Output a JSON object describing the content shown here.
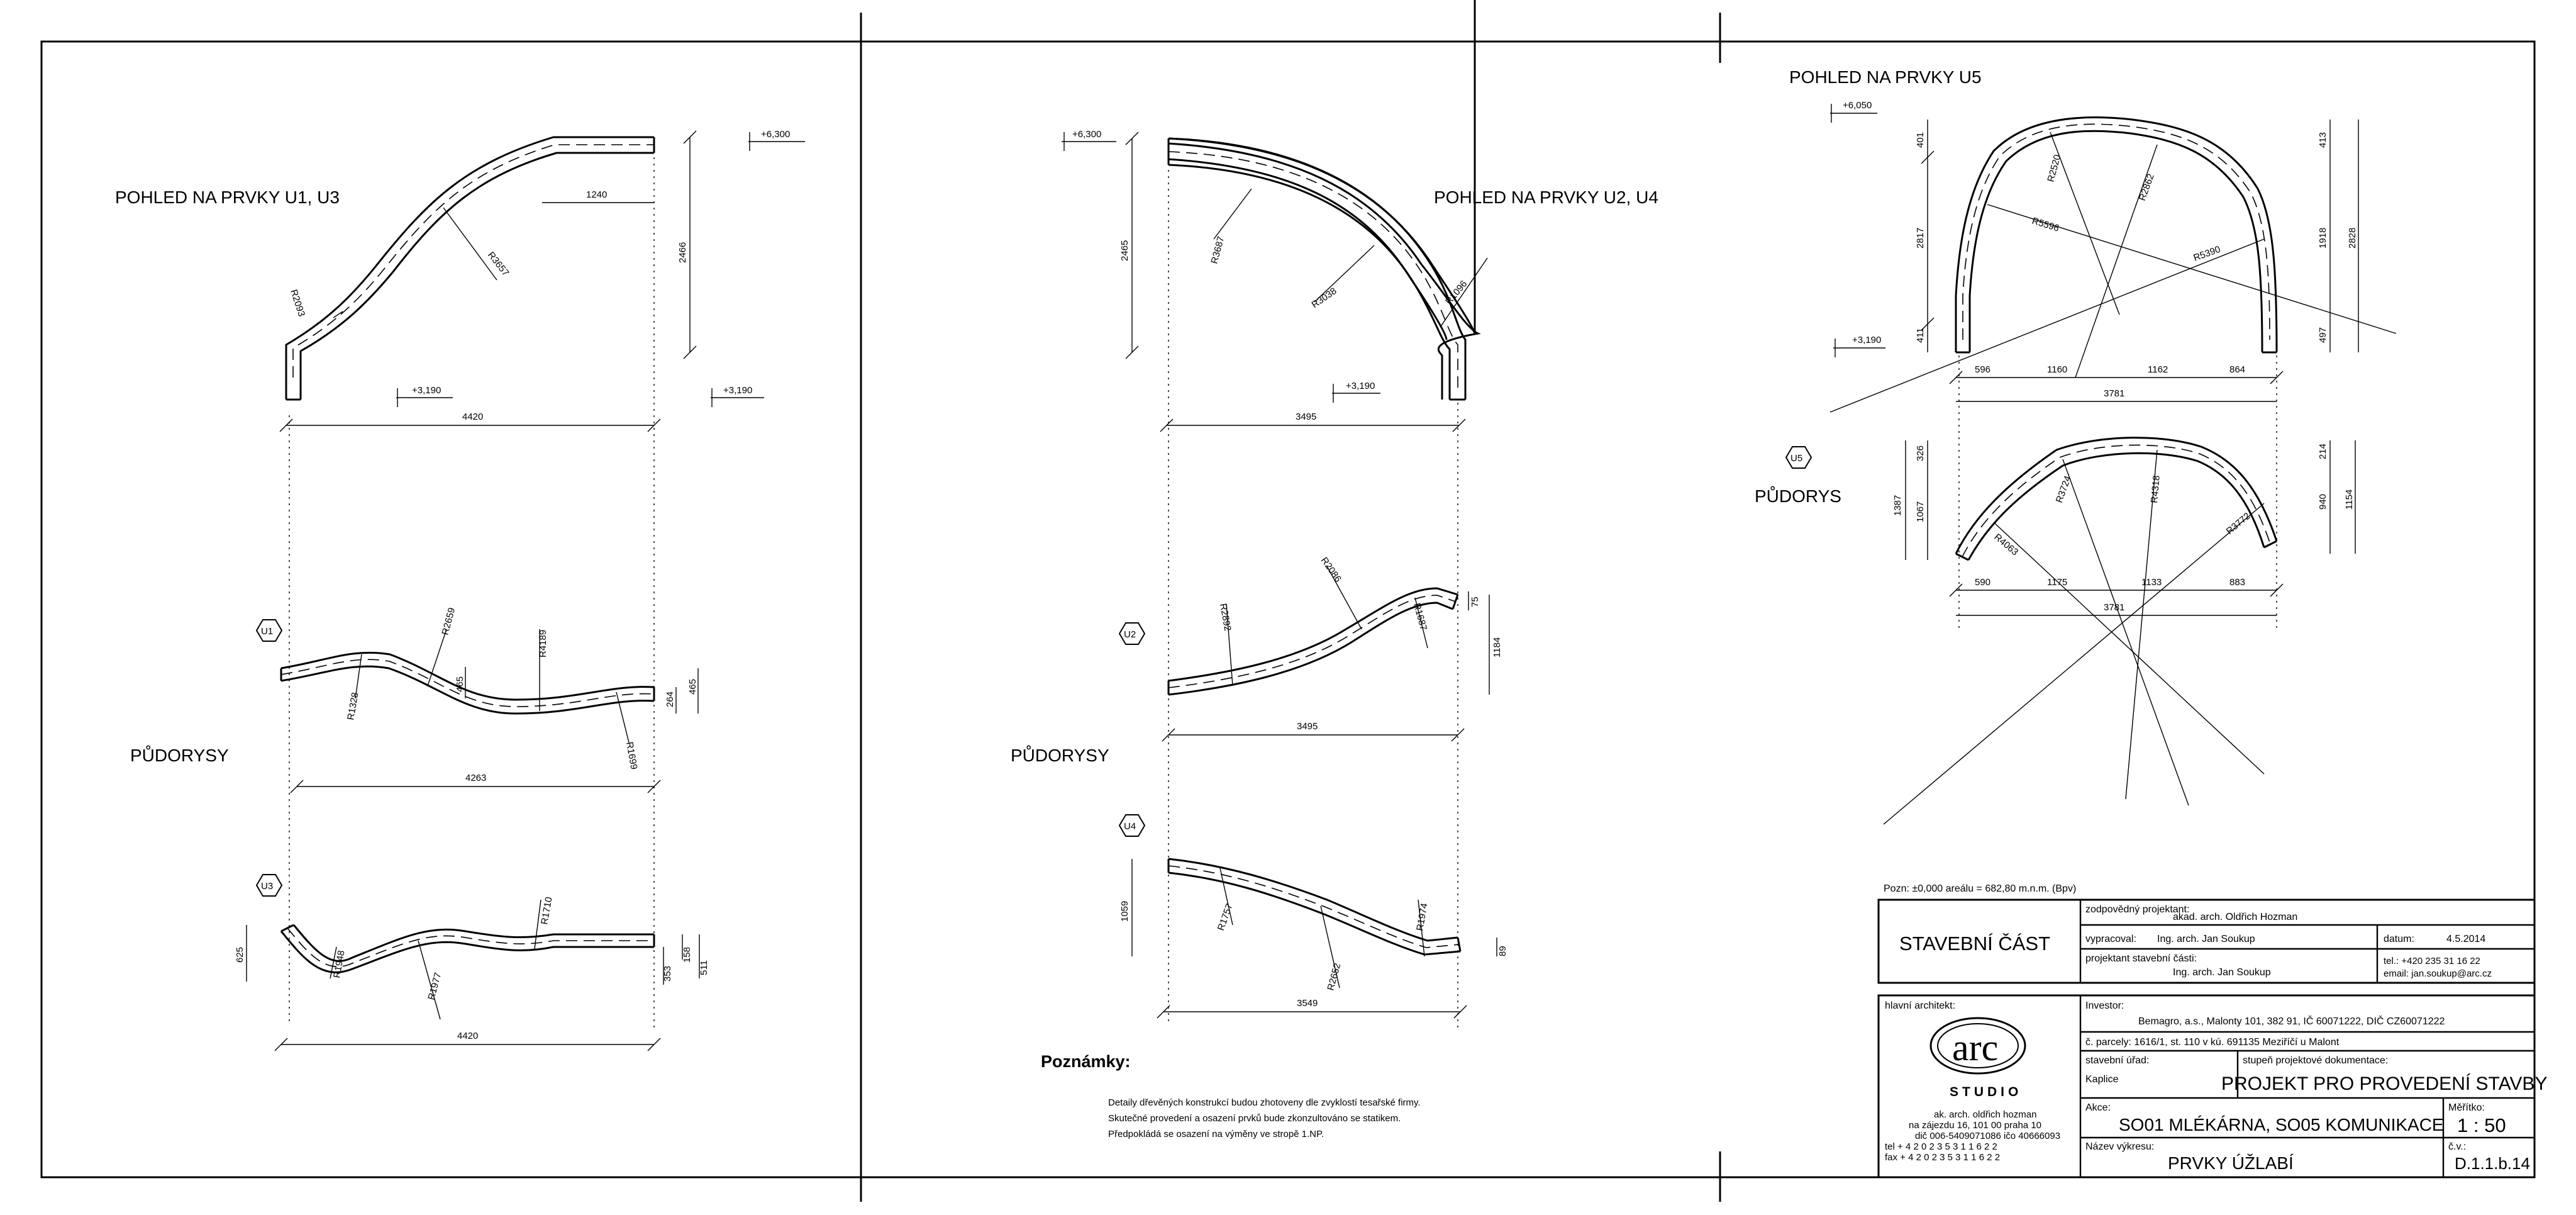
{
  "views": {
    "u1_u3_elevation": "POHLED NA PRVKY U1, U3",
    "u2_u4_elevation": "POHLED NA PRVKY U2, U4",
    "u5_elevation": "POHLED NA PRVKY U5",
    "plans_left": "PŮDORYSY",
    "plans_middle": "PŮDORYSY",
    "plan_u5": "PŮDORYS"
  },
  "element_tags": {
    "u1": "U1",
    "u2": "U2",
    "u3": "U3",
    "u4": "U4",
    "u5": "U5"
  },
  "levels": {
    "u13_top": "+6,300",
    "u13_bottom_a": "+3,190",
    "u13_bottom_b": "+3,190",
    "u24_top": "+6,300",
    "u24_bottom": "+3,190",
    "u5_top": "+6,050",
    "u5_bottom": "+3,190"
  },
  "dims": {
    "u13_top_len": "1240",
    "u13_height": "2466",
    "u13_width": "4420",
    "u13_r1": "R2093",
    "u13_r2": "R3657",
    "u24_height": "2465",
    "u24_width": "3495",
    "u24_r1": "R3687",
    "u24_r2": "R3038",
    "u24_r3": "R1096",
    "u1_r1": "R1328",
    "u1_r2": "R2659",
    "u1_r3": "R4189",
    "u1_r4": "R1699",
    "u1_d1": "465",
    "u1_d2": "264",
    "u1_d3": "465",
    "u1_width": "4263",
    "u3_r1": "R1948",
    "u3_r2": "R1977",
    "u3_r3": "R1710",
    "u3_d1": "625",
    "u3_d2": "353",
    "u3_d3": "158",
    "u3_d4": "511",
    "u3_width": "4420",
    "u2_r1": "R2892",
    "u2_r2": "R2086",
    "u2_r3": "R1687",
    "u2_d1": "75",
    "u2_d2": "1184",
    "u2_width": "3495",
    "u4_r1": "R1757",
    "u4_r2": "R2652",
    "u4_r3": "R1974",
    "u4_d1": "1059",
    "u4_d2": "89",
    "u4_width": "3549",
    "u5_r1": "R2520",
    "u5_r2": "R2862",
    "u5_r3": "R5596",
    "u5_r4": "R5390",
    "u5_l1": "401",
    "u5_l2": "2817",
    "u5_l3": "411",
    "u5_rt1": "413",
    "u5_rt2": "1918",
    "u5_rt3": "2828",
    "u5_rt4": "497",
    "u5_b1": "596",
    "u5_b2": "1160",
    "u5_b3": "1162",
    "u5_b4": "864",
    "u5_total": "3781",
    "u5p_r1": "R4063",
    "u5p_r2": "R3724",
    "u5p_r3": "R4318",
    "u5p_r4": "R3772",
    "u5p_l1": "326",
    "u5p_l2": "1067",
    "u5p_l3": "1387",
    "u5p_rt1": "214",
    "u5p_rt2": "940",
    "u5p_rt3": "1154",
    "u5p_b1": "590",
    "u5p_b2": "1175",
    "u5p_b3": "1133",
    "u5p_b4": "883",
    "u5p_total": "3781"
  },
  "notes": {
    "heading": "Poznámky:",
    "line1": "Detaily dřevěných konstrukcí budou zhotoveny dle zvyklostí tesařské firmy.",
    "line2": "Skutečné provedení a osazení prvků bude zkonzultováno se statikem.",
    "line3": "Předpokládá se osazení na výměny ve stropě 1.NP."
  },
  "pozn": "Pozn: ±0,000 areálu = 682,80 m.n.m. (Bpv)",
  "titleblock": {
    "section": "STAVEBNÍ ČÁST",
    "resp_label": "zodpovědný projektant:",
    "resp_name": "akad. arch. Oldřich Hozman",
    "drawn_label": "vypracoval:",
    "drawn_name": "Ing. arch. Jan Soukup",
    "date_label": "datum:",
    "date": "4.5.2014",
    "part_label": "projektant stavební části:",
    "part_name": "Ing. arch. Jan Soukup",
    "tel": "tel.: +420 235 31 16 22",
    "email": "email: jan.soukup@arc.cz",
    "arch_label": "hlavní architekt:",
    "logo": "arc",
    "studio": "STUDIO",
    "studio_addr1": "ak. arch. oldřich hozman",
    "studio_addr2": "na zájezdu 16, 101 00 praha 10",
    "studio_addr3": "dič 006-5409071086 ičo 40666093",
    "studio_tel": "tel  + 4 2 0  2 3 5  3 1  1 6  2 2",
    "studio_fax": "fax  + 4 2 0  2 3 5  3 1  1 6  2 2",
    "investor_label": "Investor:",
    "investor": "Bemagro, a.s., Malonty 101, 382 91, IČ 60071222, DIČ CZ60071222",
    "parcels": "č. parcely: 1616/1, st. 110 v kú. 691135 Meziříčí u Malont",
    "office_label": "stavební úřad:",
    "office": "Kaplice",
    "stage_label": "stupeň projektové dokumentace:",
    "stage": "PROJEKT PRO PROVEDENÍ STAVBY",
    "action_label": "Akce:",
    "action": "SO01 MLÉKÁRNA, SO05 KOMUNIKACE",
    "scale_label": "Měřítko:",
    "scale": "1 : 50",
    "dwg_label": "Název výkresu:",
    "dwg": "PRVKY ÚŽLABÍ",
    "no_label": "č.v.:",
    "no": "D.1.1.b.14"
  }
}
